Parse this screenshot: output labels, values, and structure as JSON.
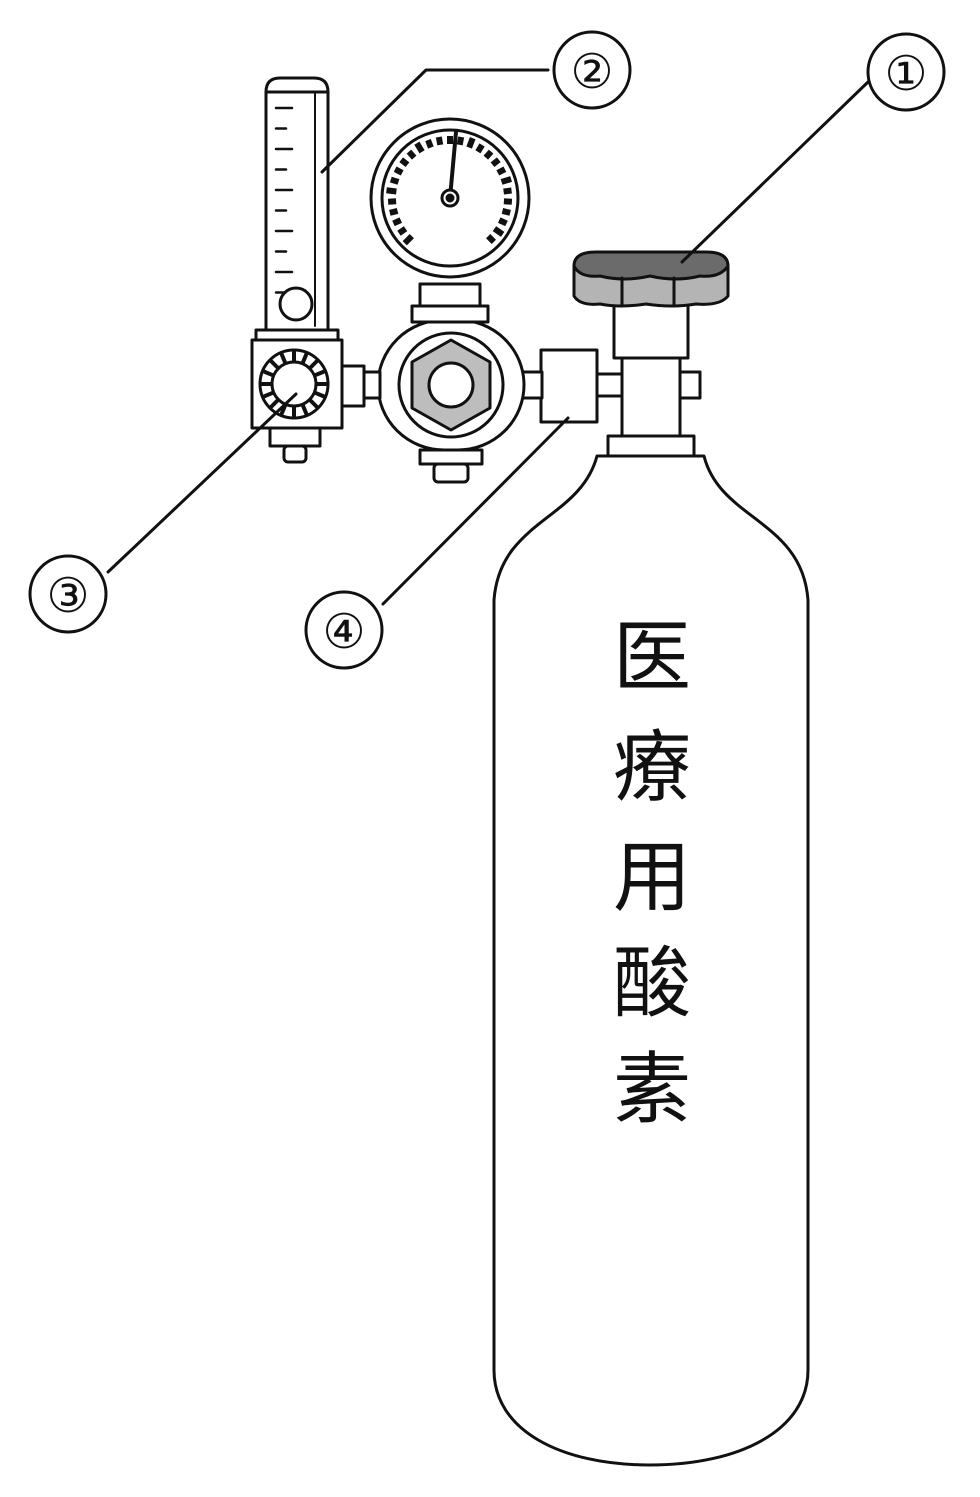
{
  "callouts": {
    "c1": "①",
    "c2": "②",
    "c3": "③",
    "c4": "④"
  },
  "cylinder_label": [
    "医",
    "療",
    "用",
    "酸",
    "素"
  ],
  "parts": {
    "valve_handle": "valve-handle",
    "flow_tube": "flowmeter-tube",
    "flow_knob": "flow-adjust-knob",
    "connector": "regulator-connector"
  },
  "colors": {
    "line": "#111111",
    "handle_fill": "#b4b4b4",
    "handle_top": "#6b6b6b",
    "nut_fill": "#bdbdbd"
  }
}
